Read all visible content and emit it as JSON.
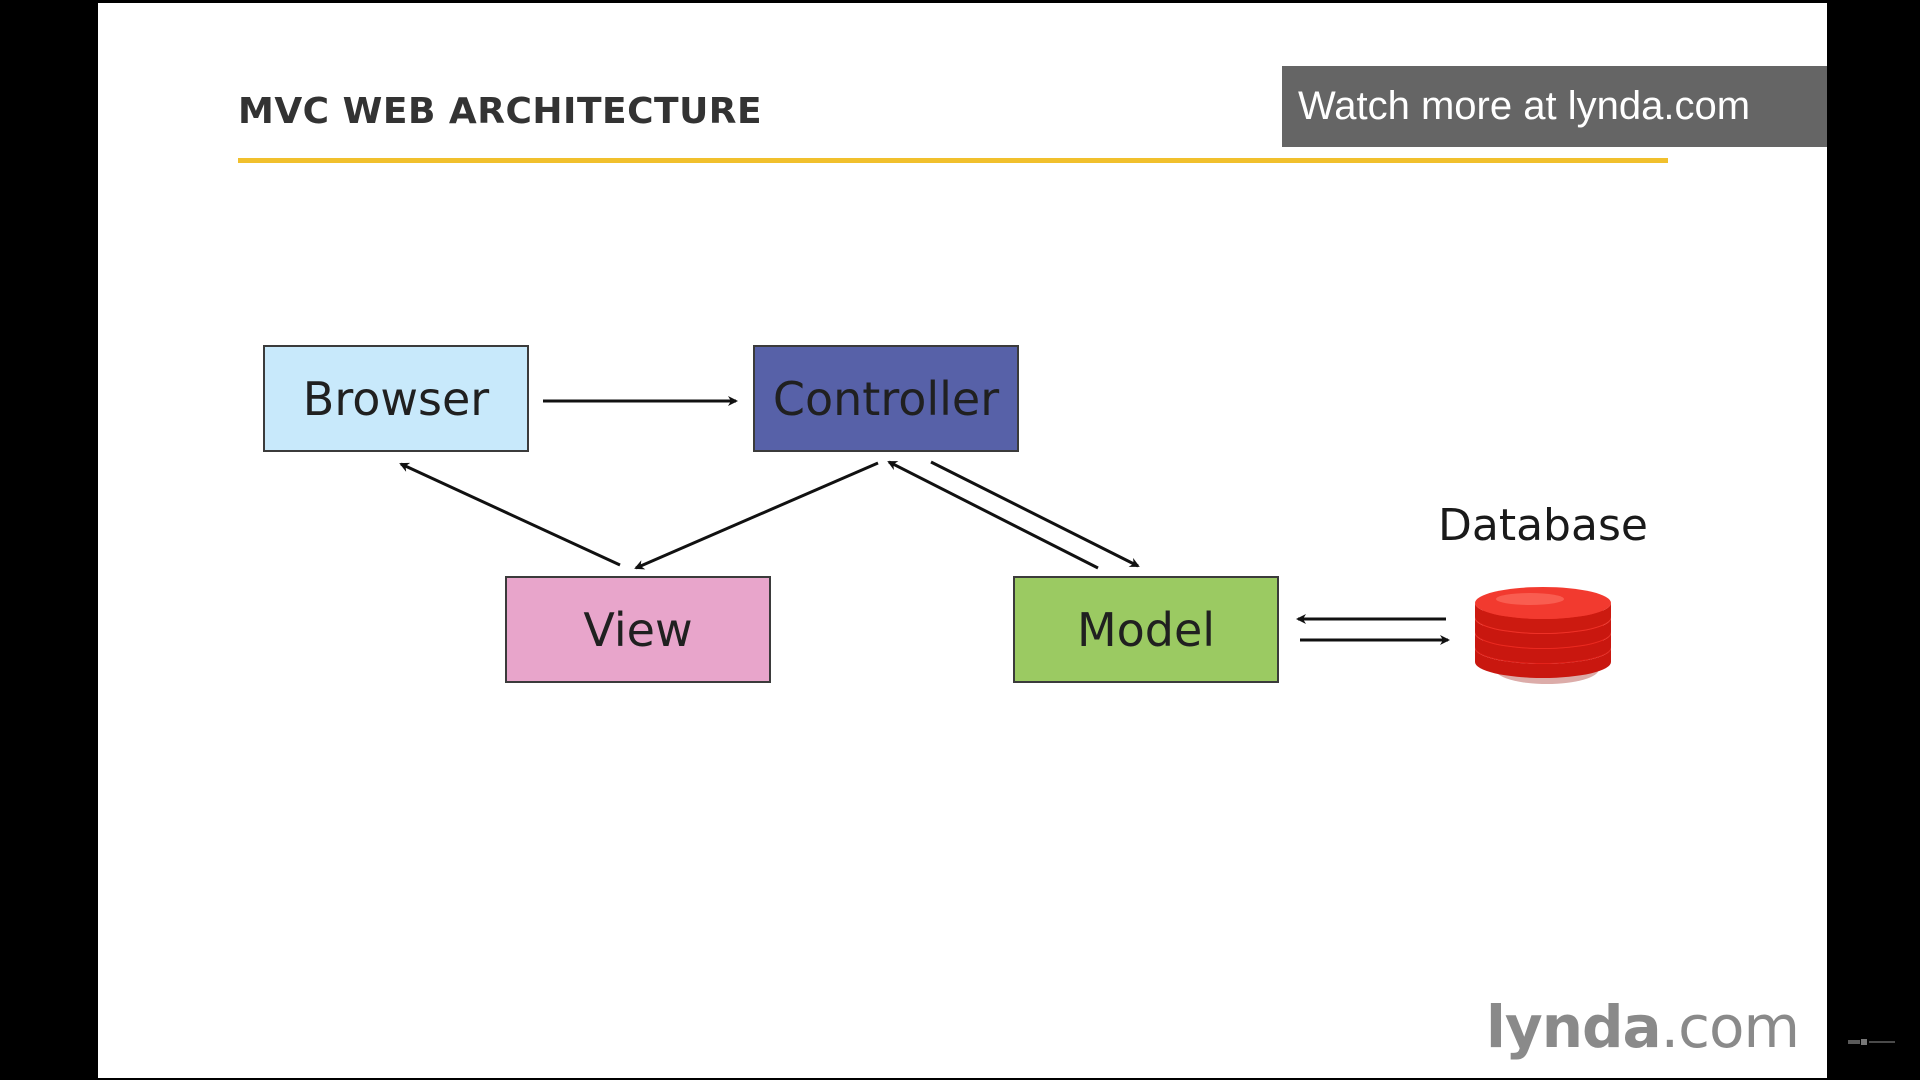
{
  "slide": {
    "title": "MVC WEB ARCHITECTURE",
    "accent_color": "#f1c02d"
  },
  "overlay": {
    "watch_more": "Watch more at lynda.com",
    "background_color": "#656565"
  },
  "diagram": {
    "nodes": [
      {
        "id": "browser",
        "label": "Browser",
        "fill": "#c8e9fb"
      },
      {
        "id": "controller",
        "label": "Controller",
        "fill": "#5761a8"
      },
      {
        "id": "view",
        "label": "View",
        "fill": "#e8a5cb"
      },
      {
        "id": "model",
        "label": "Model",
        "fill": "#9bca62"
      }
    ],
    "database": {
      "label": "Database",
      "icon": "database-icon",
      "color": "#e4221a"
    },
    "edges": [
      {
        "from": "browser",
        "to": "controller"
      },
      {
        "from": "controller",
        "to": "view"
      },
      {
        "from": "view",
        "to": "browser"
      },
      {
        "from": "controller",
        "to": "model"
      },
      {
        "from": "model",
        "to": "controller"
      },
      {
        "from": "model",
        "to": "database"
      },
      {
        "from": "database",
        "to": "model"
      }
    ]
  },
  "branding": {
    "logo_text_bold": "lynda",
    "logo_text_rest": ".com",
    "logo_color": "#8a8a8a"
  }
}
